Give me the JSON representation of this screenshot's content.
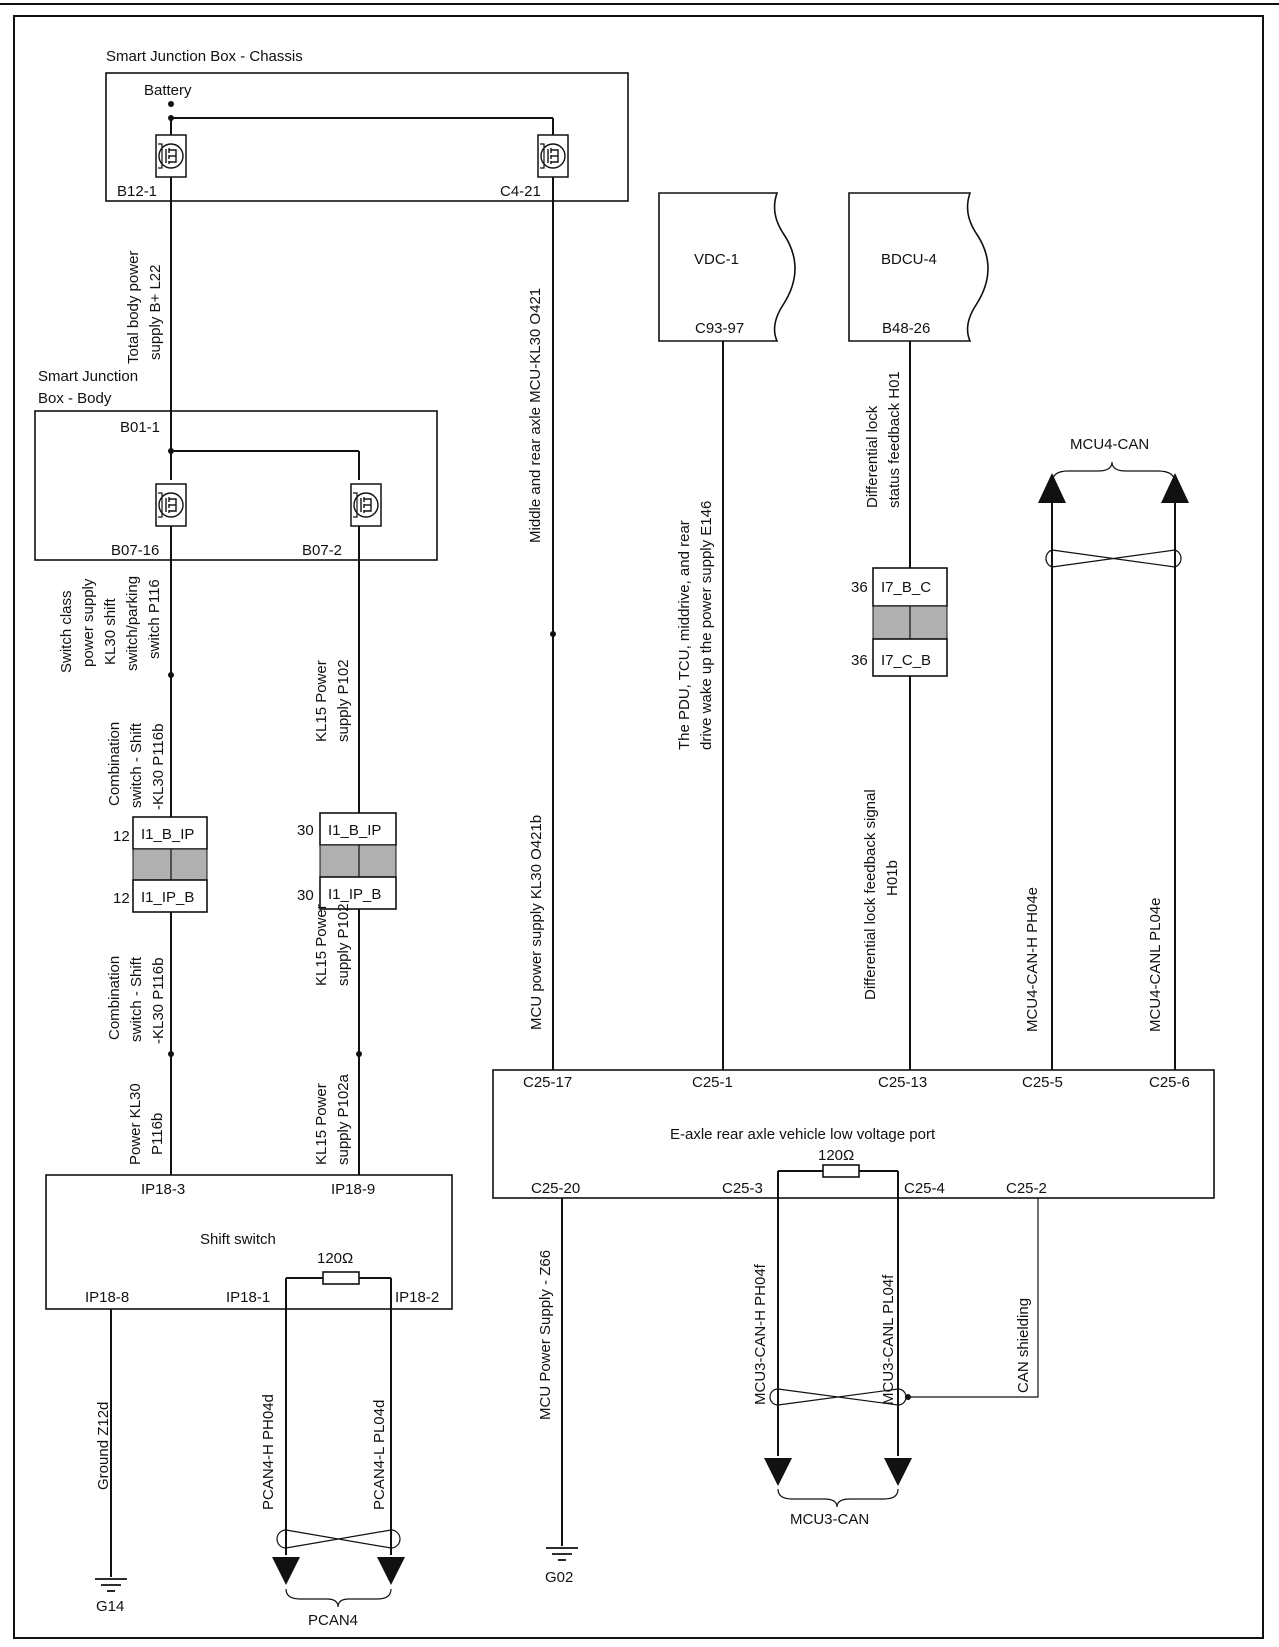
{
  "modules": {
    "sjb_chassis": {
      "title": "Smart Junction Box - Chassis",
      "battery": "Battery",
      "pin_left": "B12-1",
      "pin_right": "C4-21"
    },
    "sjb_body": {
      "title_l1": "Smart Junction",
      "title_l2": "Box - Body",
      "pin_top": "B01-1",
      "pin_left": "B07-16",
      "pin_right": "B07-2"
    },
    "vdc": {
      "name": "VDC-1",
      "pin": "C93-97"
    },
    "bdcu": {
      "name": "BDCU-4",
      "pin": "B48-26"
    },
    "shift": {
      "name": "Shift switch",
      "pin_tl": "IP18-3",
      "pin_tr": "IP18-9",
      "pin_bl": "IP18-8",
      "pin_bm": "IP18-1",
      "pin_br": "IP18-2",
      "resistor": "120Ω"
    },
    "eaxle": {
      "name": "E-axle rear axle vehicle low voltage port",
      "pins_top": [
        "C25-17",
        "C25-1",
        "C25-13",
        "C25-5",
        "C25-6"
      ],
      "pin_gnd": "C25-20",
      "pin_can_h": "C25-3",
      "pin_can_l": "C25-4",
      "pin_shield": "C25-2",
      "resistor": "120Ω"
    }
  },
  "connectors": {
    "i1_left": {
      "pin": "12",
      "top": "I1_B_IP",
      "bottom": "I1_IP_B"
    },
    "i1_right": {
      "pin": "30",
      "top": "I1_B_IP",
      "bottom": "I1_IP_B"
    },
    "i7": {
      "pin": "36",
      "top": "I7_B_C",
      "bottom": "I7_C_B"
    }
  },
  "wires": {
    "l22": [
      "Total body power",
      "supply B+ L22"
    ],
    "o421": "Middle and rear axle MCU-KL30 O421",
    "p116": [
      "Switch class",
      "power supply",
      "KL30 shift",
      "switch/parking",
      "switch P116"
    ],
    "p116b_top": [
      "Combination",
      "switch - Shift",
      "-KL30 P116b"
    ],
    "p102": [
      "KL15 Power",
      "supply P102"
    ],
    "p116b_bot": [
      "Combination",
      "switch - Shift",
      "-KL30 P116b"
    ],
    "p102_bot": [
      "KL15 Power",
      "supply P102"
    ],
    "power_kl30": [
      "Power KL30",
      "P116b"
    ],
    "p102a": [
      "KL15 Power",
      "supply P102a"
    ],
    "o421b": "MCU power supply KL30 O421b",
    "e146": [
      "The PDU, TCU, middrive, and rear",
      "drive wake up the power supply E146"
    ],
    "h01": [
      "Differential lock",
      "status feedback H01"
    ],
    "h01b": [
      "Differential lock feedback signal",
      "H01b"
    ],
    "ph04e": "MCU4-CAN-H PH04e",
    "pl04e": "MCU4-CANL PL04e",
    "z12d": "Ground Z12d",
    "ph04d": "PCAN4-H PH04d",
    "pl04d": "PCAN4-L PL04d",
    "z66": "MCU Power Supply - Z66",
    "ph04f": "MCU3-CAN-H PH04f",
    "pl04f": "MCU3-CANL PL04f",
    "shield": "CAN shielding"
  },
  "buses": {
    "mcu4": "MCU4-CAN",
    "pcan4": "PCAN4",
    "mcu3": "MCU3-CAN"
  },
  "grounds": {
    "g14": "G14",
    "g02": "G02"
  }
}
